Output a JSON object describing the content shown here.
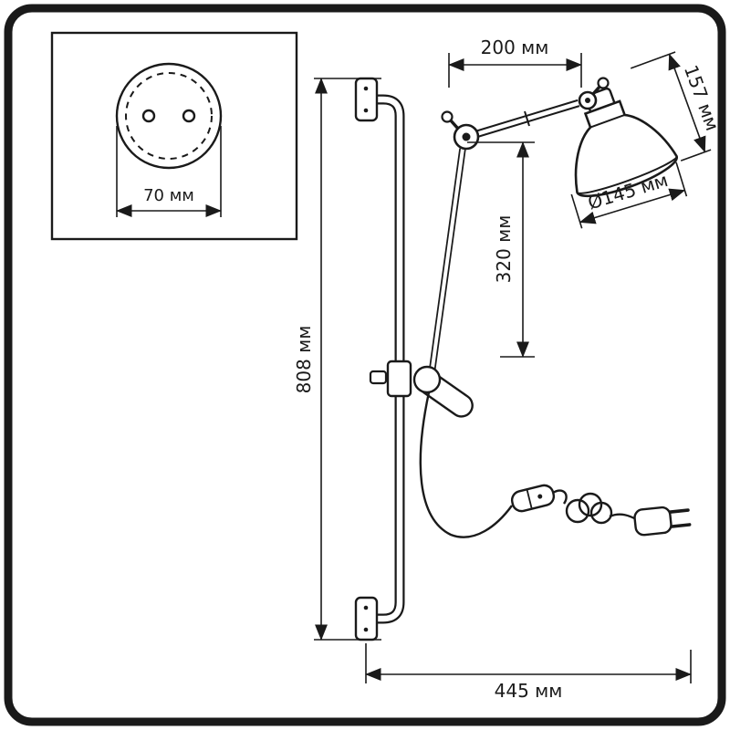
{
  "labels": {
    "plate_diameter": "70 мм",
    "arm_length": "200 мм",
    "shade_height": "157 мм",
    "shade_diameter": "Ø145 мм",
    "arm_drop": "320 мм",
    "total_height": "808 мм",
    "total_width": "445 мм"
  },
  "colors": {
    "line": "#1a1a1a",
    "background": "#ffffff"
  }
}
